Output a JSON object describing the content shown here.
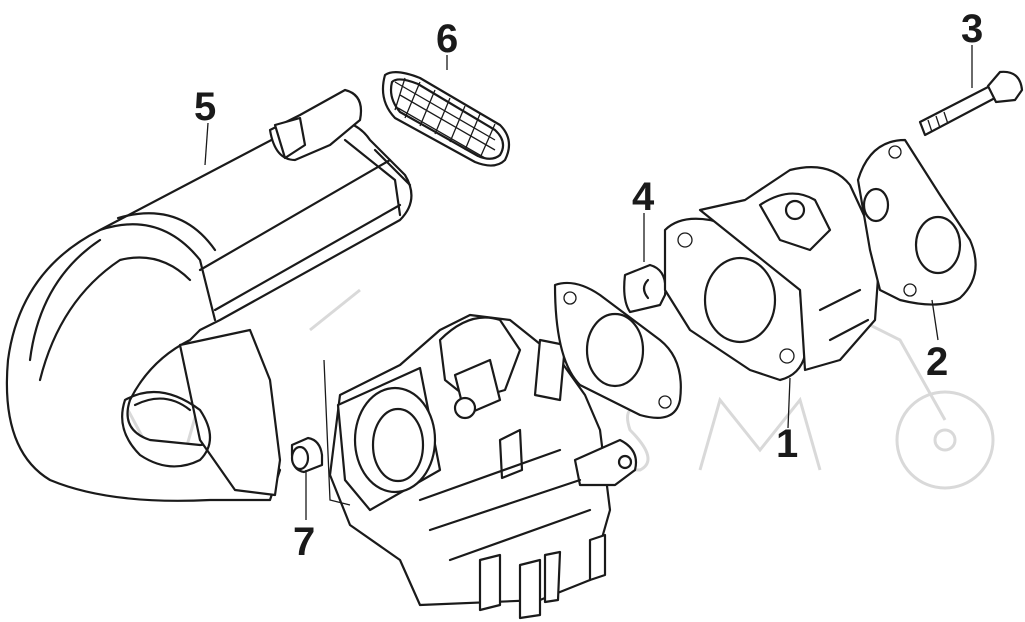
{
  "callouts": [
    {
      "id": "1",
      "label": "1"
    },
    {
      "id": "2",
      "label": "2"
    },
    {
      "id": "3",
      "label": "3"
    },
    {
      "id": "4",
      "label": "4"
    },
    {
      "id": "5",
      "label": "5"
    },
    {
      "id": "6",
      "label": "6"
    },
    {
      "id": "7",
      "label": "7"
    }
  ],
  "colors": {
    "line": "#1a1a1a",
    "background": "#ffffff",
    "watermark": "#d9d9d9"
  }
}
